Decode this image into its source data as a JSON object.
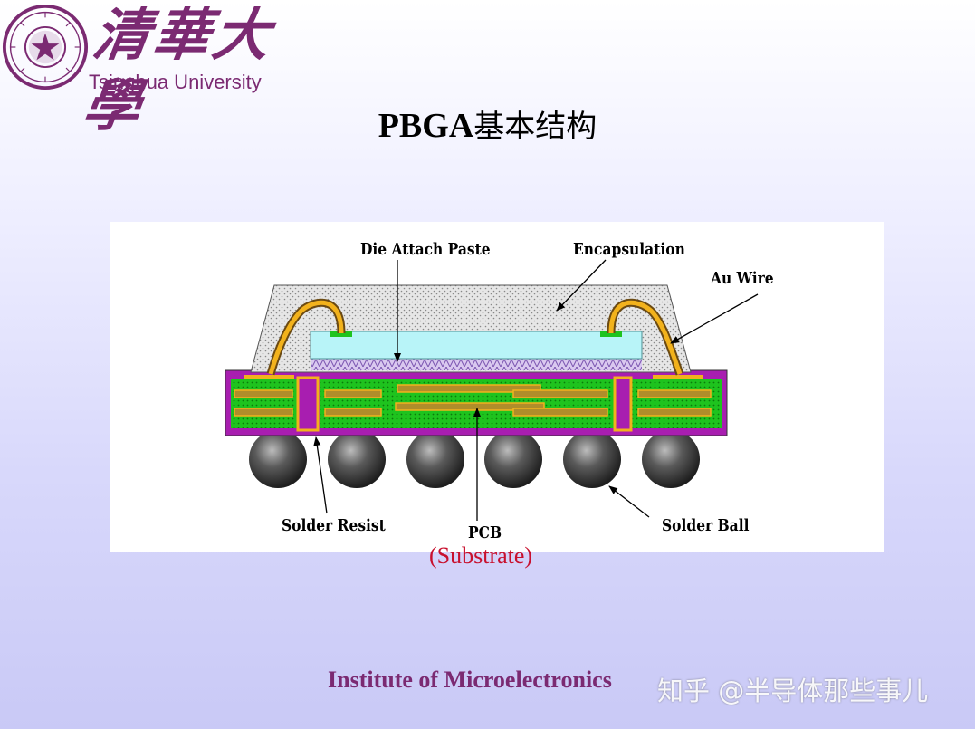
{
  "header": {
    "university_cn": "清華大學",
    "university_en": "Tsinghua University"
  },
  "slide": {
    "title_latin": "PBGA",
    "title_cn": "基本结构"
  },
  "diagram": {
    "labels": {
      "die_attach": "Die Attach Paste",
      "encapsulation": "Encapsulation",
      "au_wire": "Au Wire",
      "solder_resist": "Solder Resist",
      "pcb": "PCB",
      "solder_ball": "Solder Ball"
    },
    "caption": "(Substrate)",
    "colors": {
      "encapsulation": "#e4e4e4",
      "die": "#b8f4f8",
      "substrate_frame": "#a81eb0",
      "pcb_green": "#1ec31e",
      "copper": "#b08d2a",
      "wire_gold": "#f2b21c",
      "solder_ball": "#3d3d3d"
    }
  },
  "footer": {
    "institute": "Institute of Microelectronics",
    "watermark": "知乎 @半导体那些事儿"
  }
}
